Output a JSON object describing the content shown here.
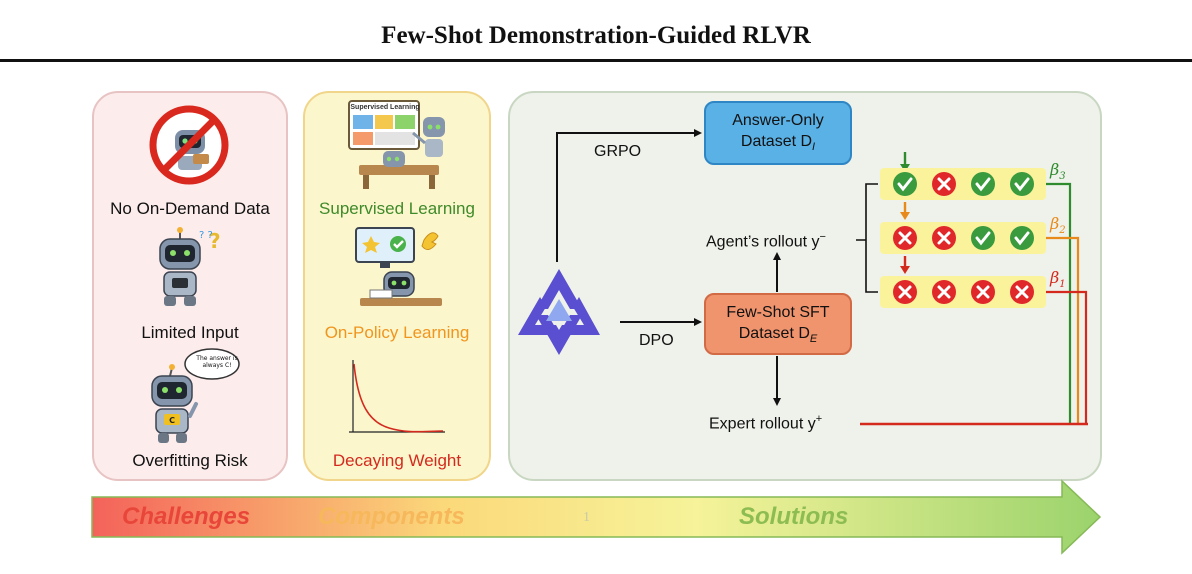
{
  "title": "Few-Shot Demonstration-Guided RLVR",
  "challenges": {
    "items": [
      "No On-Demand Data",
      "Limited Input",
      "Overfitting Risk"
    ]
  },
  "components": {
    "items": [
      "Supervised Learning",
      "On-Policy Learning",
      "Decaying Weight"
    ],
    "colors": [
      "#3f8a2a",
      "#f0951e",
      "#d42a1e"
    ],
    "board_text": "Supervised Learning"
  },
  "speech_bubble": "The answer is always C!",
  "solutions": {
    "grpo_label": "GRPO",
    "dpo_label": "DPO",
    "answer_only_line1": "Answer-Only",
    "answer_only_line2": "Dataset D",
    "answer_only_sub": "I",
    "fewshot_line1": "Few-Shot SFT",
    "fewshot_line2": "Dataset D",
    "fewshot_sub": "E",
    "agent_rollout": "Agent’s rollout y",
    "agent_sup": "−",
    "expert_rollout": "Expert rollout y",
    "expert_sup": "+",
    "rows": [
      {
        "beta": "β",
        "beta_sub": "3",
        "marks": [
          "check",
          "cross",
          "check",
          "check"
        ],
        "color": "#2e8b2e"
      },
      {
        "beta": "β",
        "beta_sub": "2",
        "marks": [
          "cross",
          "cross",
          "check",
          "check"
        ],
        "color": "#e8891c"
      },
      {
        "beta": "β",
        "beta_sub": "1",
        "marks": [
          "cross",
          "cross",
          "cross",
          "cross"
        ],
        "color": "#d42a1e"
      }
    ]
  },
  "banner": {
    "challenges": "Challenges",
    "components": "Components",
    "solutions": "Solutions",
    "page_number": "1",
    "colors": {
      "challenges": "#e9463a",
      "components": "#f6b85a",
      "solutions": "#8dbd52"
    }
  }
}
